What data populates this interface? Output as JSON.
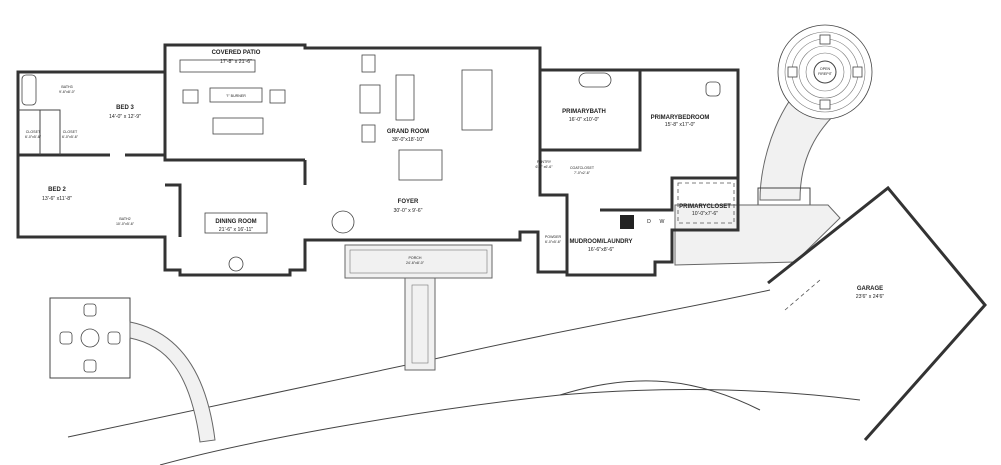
{
  "rooms": {
    "covered_patio": {
      "name": "COVERED PATIO",
      "dims": "17'-8\" x 21'-6\""
    },
    "burner": {
      "name": "\"I\" BURNER"
    },
    "bath3": {
      "name": "BATH3",
      "dims": "9'-6\"x8'-0\""
    },
    "bed3": {
      "name": "BED 3",
      "dims": "14'-0\" x 12'-9\""
    },
    "closet_a": {
      "name": "CLOSET",
      "dims": "6'-0\"x5'-6\""
    },
    "closet_b": {
      "name": "CLOSET",
      "dims": "6'-0\"x5'-6\""
    },
    "bed2": {
      "name": "BED 2",
      "dims": "13'-6\" x11'-8\""
    },
    "bath2": {
      "name": "BATH2",
      "dims": "10'-0\"x5'-6\""
    },
    "dining": {
      "name": "DINING ROOM",
      "dims": "21'-6\" x 16'-11\""
    },
    "grand": {
      "name": "GRAND ROOM",
      "dims": "38'-0\"x18'-10\""
    },
    "foyer": {
      "name": "FOYER",
      "dims": "30'-0\" x 9'-6\""
    },
    "porch": {
      "name": "PORCH",
      "dims": "24'-6\"x8'-0\""
    },
    "primary_bath": {
      "name": "PRIMARYBATH",
      "dims": "16'-0\" x10'-0\""
    },
    "pantry": {
      "name": "PANTRY",
      "dims": "6'-1\" x6'-6\""
    },
    "coat_closet": {
      "name": "COATCLOSET",
      "dims": "7'-0\"x2'-6\""
    },
    "primary_bedroom": {
      "name": "PRIMARYBEDROOM",
      "dims": "15'-8\" x17'-0\""
    },
    "primary_closet": {
      "name": "PRIMARYCLOSET",
      "dims": "10'-0\"x7'-6\""
    },
    "powder": {
      "name": "POWDER",
      "dims": "6'-0\"x5'-6\""
    },
    "mudroom": {
      "name": "MUDROOM/LAUNDRY",
      "dims": "16'-6\"x8'-6\""
    },
    "dryer": {
      "name": "D"
    },
    "washer": {
      "name": "W"
    },
    "firepit": {
      "name": "OPEN",
      "name2": "FIREPIT"
    },
    "garage": {
      "name": "GARAGE",
      "dims": "23'6\" x 24'6\""
    }
  },
  "colors": {
    "wall": "#333333",
    "stone": "#f1f1f1",
    "background": "#ffffff"
  }
}
